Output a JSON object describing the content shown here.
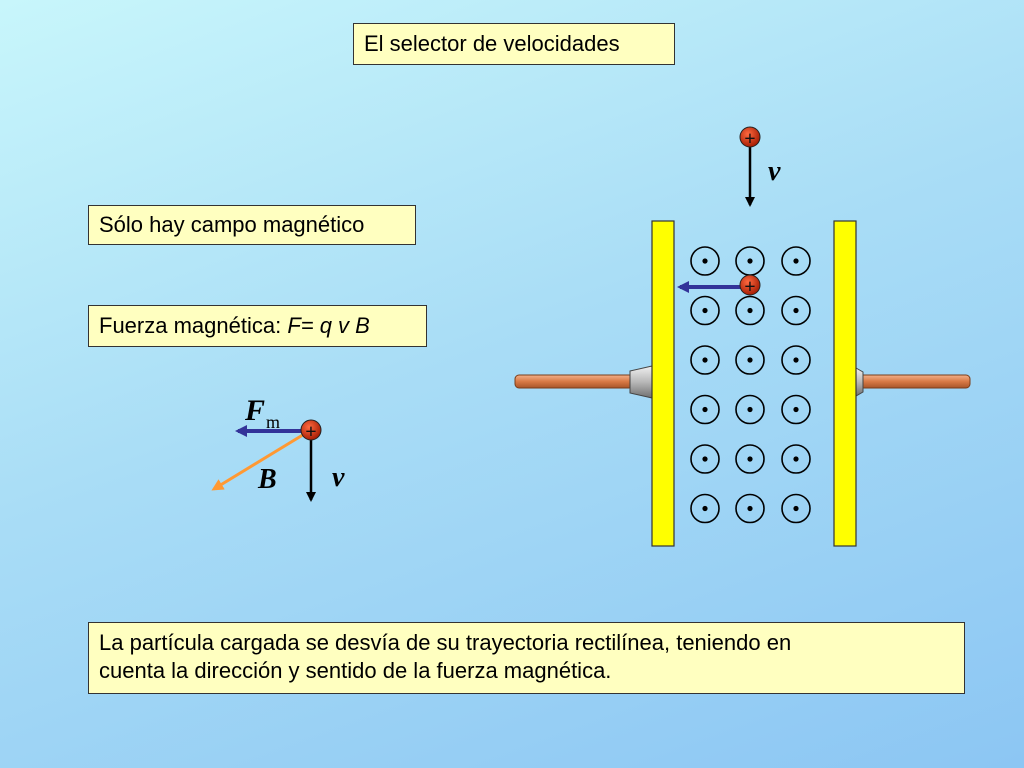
{
  "title": "El selector de velocidades",
  "label_only_b": "Sólo hay campo magnético",
  "force_label": {
    "prefix": "Fuerza magnética: ",
    "formula": "F= q v B"
  },
  "conclusion": {
    "line1": "La partícula cargada se desvía de su trayectoria rectilínea, teniendo en",
    "line2": "cuenta la dirección y sentido de la fuerza magnética."
  },
  "vector_diagram": {
    "force_symbol": "F",
    "force_subscript": "m",
    "field_symbol": "B",
    "velocity_symbol": "v",
    "charge_symbol": "+"
  },
  "selector": {
    "velocity_symbol": "v",
    "charge_symbol": "+",
    "field_rows": 6,
    "field_cols": 3
  },
  "colors": {
    "box_fill": "#ffffc0",
    "plate": "#ffff00",
    "force_arrow": "#333399",
    "field_arrow": "#ff9933",
    "charge": "#cc2200",
    "rod": "#e08850"
  }
}
